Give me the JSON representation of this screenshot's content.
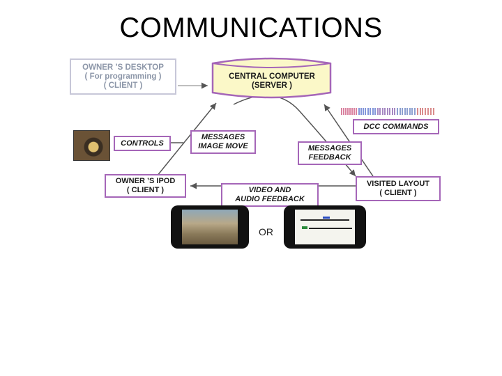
{
  "title": "COMMUNICATIONS",
  "colors": {
    "accent": "#a566b8",
    "server_fill": "#fbf8c8",
    "arrow": "#444444"
  },
  "nodes": {
    "owners_desktop": [
      "OWNER ’S DESKTOP",
      "( For programming )",
      "( CLIENT )"
    ],
    "central_computer": [
      "CENTRAL COMPUTER",
      "(SERVER )"
    ],
    "controls": [
      "CONTROLS"
    ],
    "messages_image_move": [
      "MESSAGES",
      "IMAGE MOVE"
    ],
    "messages_feedback": [
      "MESSAGES",
      "FEEDBACK"
    ],
    "dcc_commands": [
      "DCC COMMANDS"
    ],
    "owners_ipod": [
      "OWNER ’S IPOD",
      "( CLIENT )"
    ],
    "video_audio_feedback": [
      "VIDEO AND",
      "AUDIO FEEDBACK"
    ],
    "visited_layout": [
      "VISITED LAYOUT",
      "( CLIENT )"
    ]
  },
  "or_label": "OR"
}
